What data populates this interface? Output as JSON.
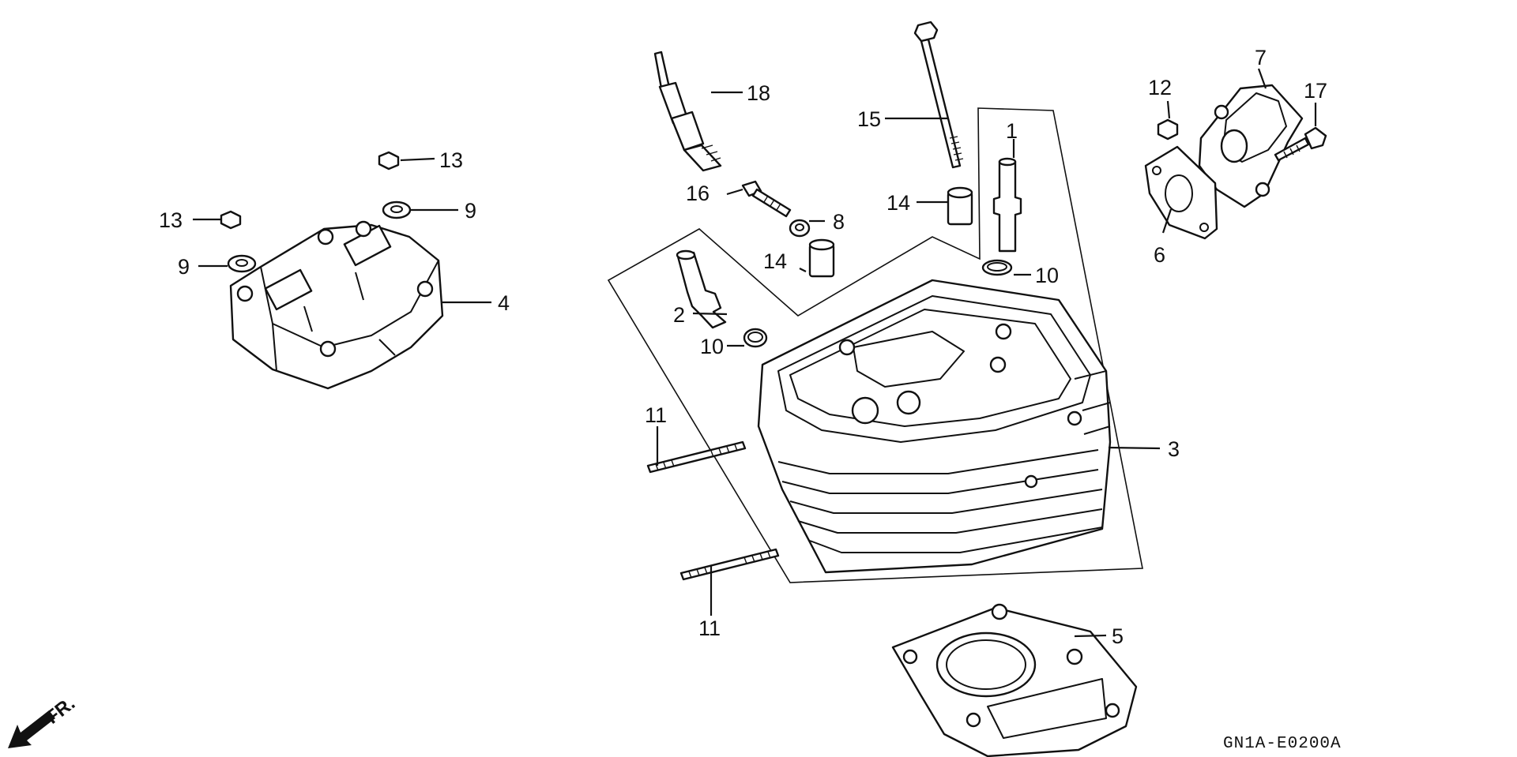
{
  "diagram": {
    "code": "GN1A-E0200A",
    "front_marker": "FR.",
    "callouts": [
      {
        "id": "callout-1",
        "number": "1"
      },
      {
        "id": "callout-2",
        "number": "2"
      },
      {
        "id": "callout-3",
        "number": "3"
      },
      {
        "id": "callout-4",
        "number": "4"
      },
      {
        "id": "callout-5",
        "number": "5"
      },
      {
        "id": "callout-6",
        "number": "6"
      },
      {
        "id": "callout-7",
        "number": "7"
      },
      {
        "id": "callout-8",
        "number": "8"
      },
      {
        "id": "callout-9a",
        "number": "9"
      },
      {
        "id": "callout-9b",
        "number": "9"
      },
      {
        "id": "callout-10a",
        "number": "10"
      },
      {
        "id": "callout-10b",
        "number": "10"
      },
      {
        "id": "callout-11a",
        "number": "11"
      },
      {
        "id": "callout-11b",
        "number": "11"
      },
      {
        "id": "callout-12",
        "number": "12"
      },
      {
        "id": "callout-13a",
        "number": "13"
      },
      {
        "id": "callout-13b",
        "number": "13"
      },
      {
        "id": "callout-14a",
        "number": "14"
      },
      {
        "id": "callout-14b",
        "number": "14"
      },
      {
        "id": "callout-15",
        "number": "15"
      },
      {
        "id": "callout-16",
        "number": "16"
      },
      {
        "id": "callout-17",
        "number": "17"
      },
      {
        "id": "callout-18",
        "number": "18"
      }
    ]
  }
}
